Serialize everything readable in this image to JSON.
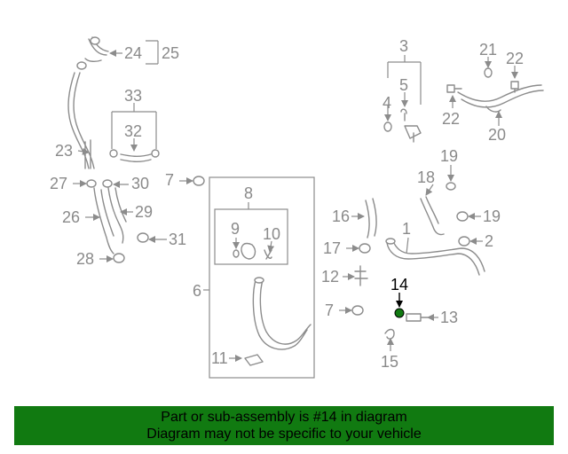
{
  "callouts": {
    "c1": "1",
    "c2": "2",
    "c3": "3",
    "c4": "4",
    "c5": "5",
    "c6": "6",
    "c7a": "7",
    "c7b": "7",
    "c8": "8",
    "c9": "9",
    "c10": "10",
    "c11": "11",
    "c12": "12",
    "c13": "13",
    "c14": "14",
    "c15": "15",
    "c16": "16",
    "c17": "17",
    "c18": "18",
    "c19a": "19",
    "c19b": "19",
    "c20": "20",
    "c21": "21",
    "c22a": "22",
    "c22b": "22",
    "c23": "23",
    "c24": "24",
    "c25": "25",
    "c26": "26",
    "c27": "27",
    "c28": "28",
    "c29": "29",
    "c30": "30",
    "c31": "31",
    "c32": "32",
    "c33": "33"
  },
  "highlight": {
    "part_number": "14",
    "color": "#117a11"
  },
  "banner": {
    "line1": "Part or sub-assembly is #14 in diagram",
    "line2": "Diagram may not be specific to your vehicle",
    "background": "#117a11"
  }
}
